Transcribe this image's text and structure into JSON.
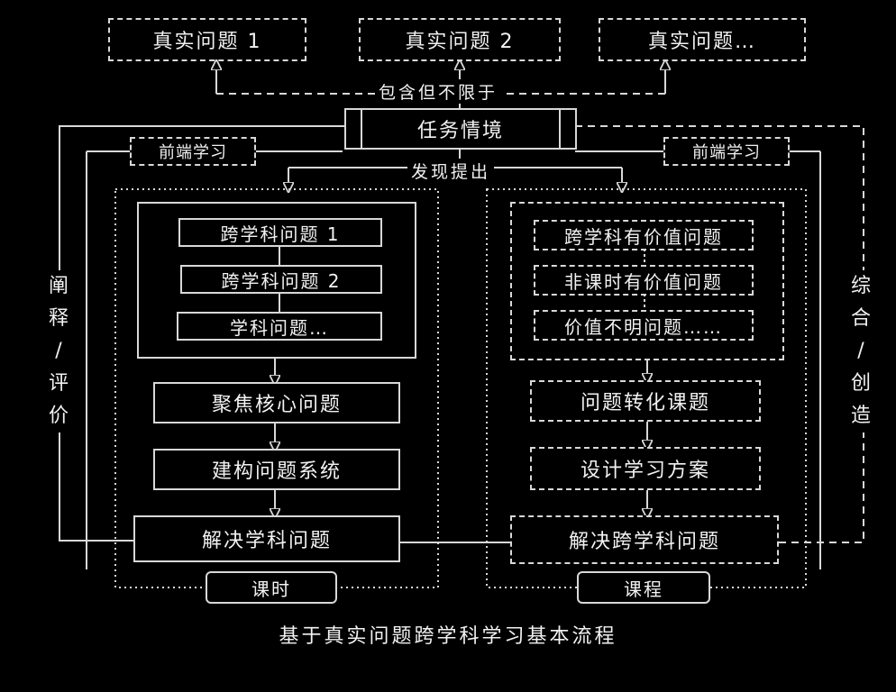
{
  "top_problems": [
    "真实问题 1",
    "真实问题 2",
    "真实问题…"
  ],
  "includes_label": "包含但不限于",
  "task_context": "任务情境",
  "front_learning": [
    "前端学习",
    "前端学习"
  ],
  "discover_label": "发现提出",
  "left_column": {
    "problems": [
      "跨学科问题 1",
      "跨学科问题 2",
      "学科问题…"
    ],
    "steps": [
      "聚焦核心问题",
      "建构问题系统",
      "解决学科问题"
    ],
    "tag": "课时"
  },
  "right_column": {
    "problems": [
      "跨学科有价值问题",
      "非课时有价值问题",
      "价值不明问题……"
    ],
    "steps": [
      "问题转化课题",
      "设计学习方案",
      "解决跨学科问题"
    ],
    "tag": "课程"
  },
  "side_left": "阐\n释\n/\n评\n价",
  "side_right": "综\n合\n/\n创\n造",
  "caption": "基于真实问题跨学科学习基本流程"
}
